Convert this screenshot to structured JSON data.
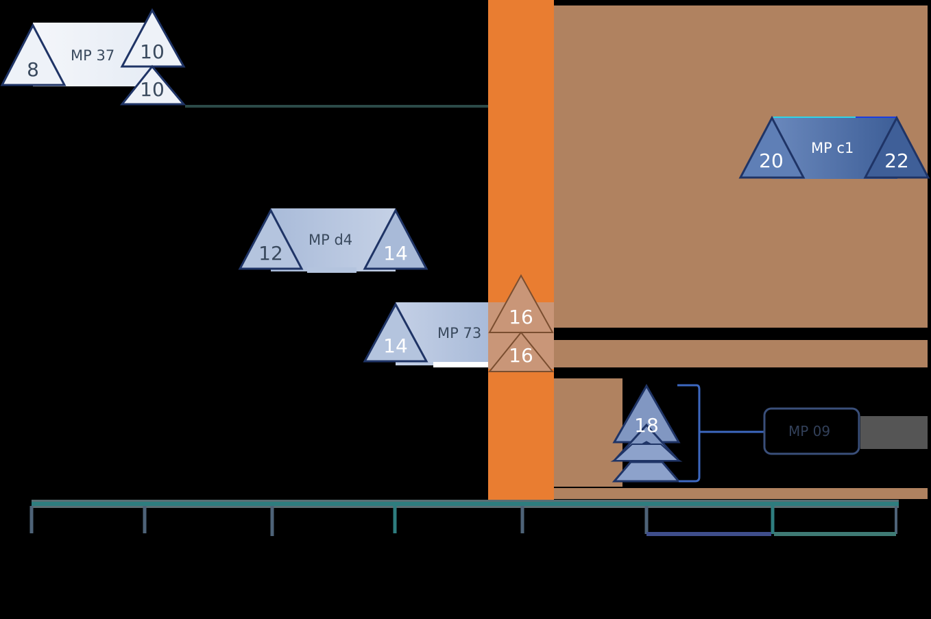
{
  "colors": {
    "background": "#000000",
    "now_bar": "#E97D31",
    "future_band": "#B08260",
    "axis": "#2E7D7F",
    "triangle_light_fill": "#EEF2F8",
    "triangle_mid_fill": "#B4C4DE",
    "triangle_dark_fill": "#4A6BA3",
    "triangle_brown_fill": "#C99678",
    "outline": "#1F3466",
    "text_dark": "#3A4A5E",
    "text_light": "#FFFFFF",
    "grey_box": "#555555"
  },
  "milestones": [
    {
      "id": "mp37",
      "label": "MP 37",
      "start": "8",
      "end_top": "10",
      "end_bottom": "10"
    },
    {
      "id": "mpd4",
      "label": "MP d4",
      "start": "12",
      "end": "14"
    },
    {
      "id": "mp73",
      "label": "MP 73",
      "start": "14",
      "end_top": "16",
      "end_bottom": "16"
    },
    {
      "id": "mpc1",
      "label": "MP c1",
      "start": "20",
      "end": "22"
    },
    {
      "id": "mp09",
      "label": "MP 09",
      "stack_value": "18",
      "stack_count": 3
    }
  ],
  "axis": {
    "tick_count": 8,
    "ranges": [
      "range-1",
      "range-2"
    ]
  }
}
